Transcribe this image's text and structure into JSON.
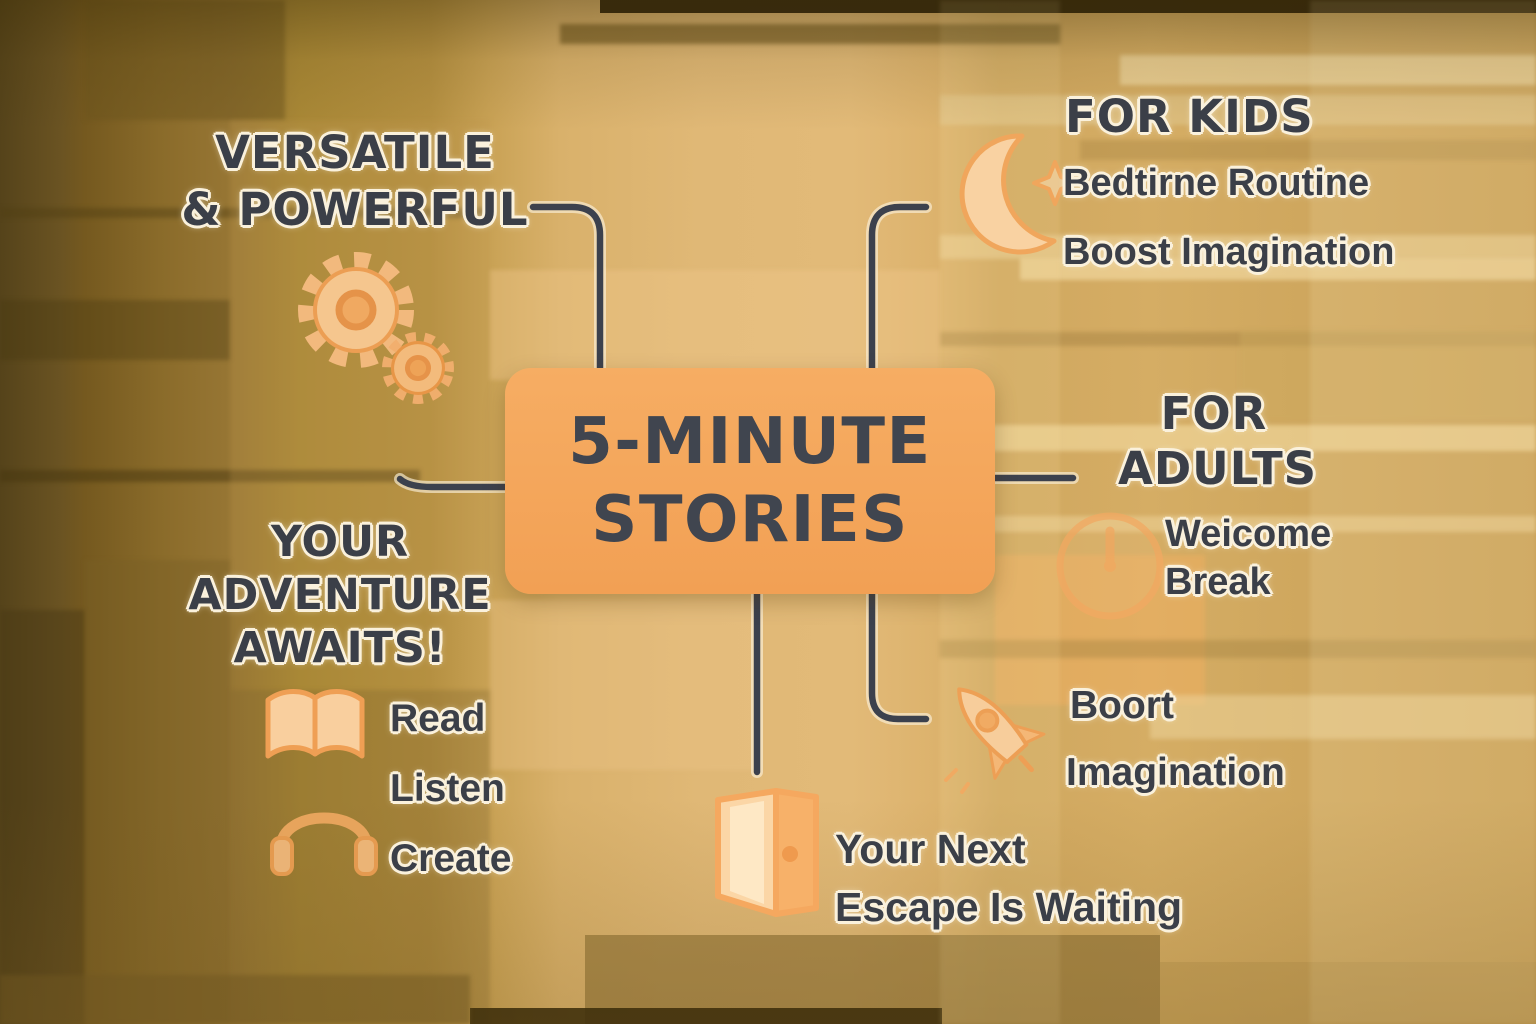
{
  "infographic": {
    "title_line1": "5-MINUTE",
    "title_line2": "STORIES"
  },
  "branches": {
    "versatile": {
      "heading_line1": "VERSATILE",
      "heading_line2": "& POWERFUL",
      "icon": "gears-icon"
    },
    "for_kids": {
      "heading": "FOR KIDS",
      "item1": "Bedtirne Routine",
      "item2": "Boost Imagination",
      "icon": "moon-icon"
    },
    "for_adults": {
      "heading_line1": "FOR",
      "heading_line2": "ADULTS",
      "item1_line1": "Weicome",
      "item1_line2": "Break",
      "icon": "clock-icon"
    },
    "boost_imagination": {
      "item_line1": "Boort",
      "item_line2": "Imagination",
      "icon": "rocket-icon"
    },
    "adventure": {
      "heading_line1": "YOUR",
      "heading_line2": "ADVENTURE",
      "heading_line3": "AWAITS!",
      "item1": "Read",
      "item2": "Listen",
      "item3": "Create",
      "icon_item1": "book-icon",
      "icon_item2": "headphones-icon"
    },
    "escape": {
      "item_line1": "Your Next",
      "item_line2": "Escape Is Waiting",
      "icon": "door-icon"
    }
  },
  "colors": {
    "accent_orange": "#f4a55b",
    "icon_stroke": "#f0a45c",
    "icon_fill": "#f9cf9e",
    "text_dark": "#3b3f48",
    "text_outline": "#faf1dc",
    "connector": "#3c414d",
    "background_left": "#6a5322",
    "background_center": "#e0b876",
    "background_right": "#cfa75e"
  }
}
